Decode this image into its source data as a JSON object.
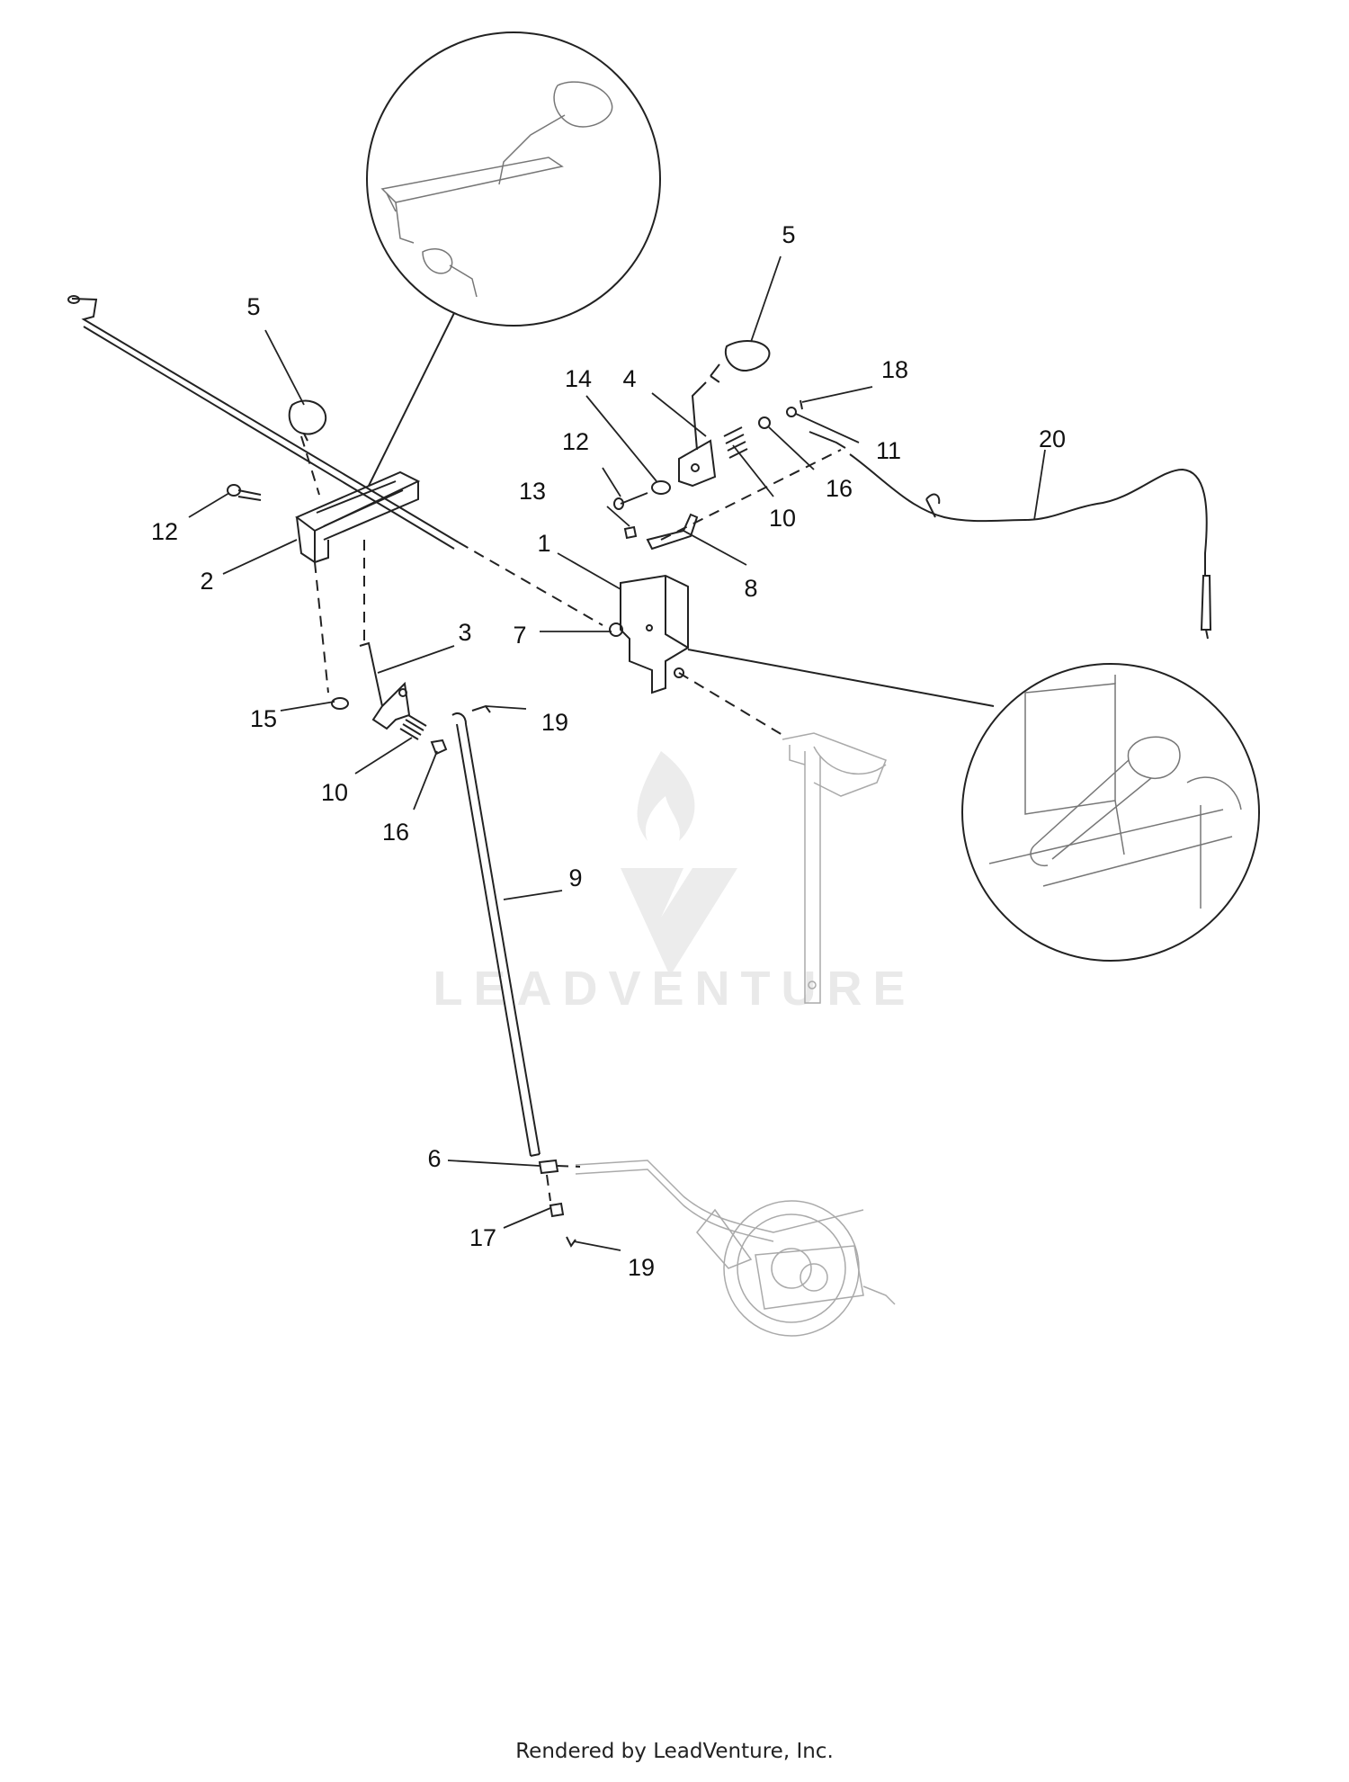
{
  "callouts": [
    "1",
    "2",
    "3",
    "4",
    "5",
    "5",
    "6",
    "7",
    "8",
    "9",
    "10",
    "10",
    "11",
    "12",
    "12",
    "13",
    "14",
    "15",
    "16",
    "16",
    "17",
    "18",
    "19",
    "19",
    "20"
  ],
  "watermark": "LEADVENTURE",
  "footer": "Rendered by LeadVenture, Inc."
}
